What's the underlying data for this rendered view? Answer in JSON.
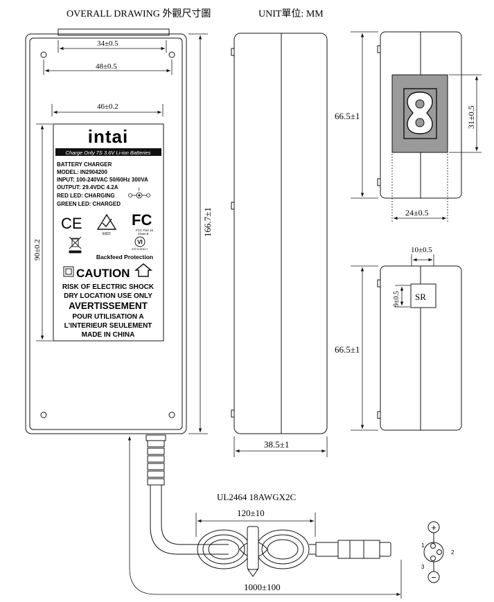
{
  "header": {
    "title": "OVERALL DRAWING 外觀尺寸圖",
    "unit": "UNIT單位: MM"
  },
  "dims": {
    "top_width_inner": "34±0.5",
    "top_width_holes": "48±0.5",
    "label_width": "46±0.2",
    "label_height": "90±0.2",
    "overall_length": "166.7±1",
    "body_width": "38.5±1",
    "end_height_top": "66.5±1",
    "socket_height": "31±0.5",
    "socket_width": "24±0.5",
    "sr_width": "10±0.5",
    "sr_height": "9±0.5",
    "end_height_bottom": "66.5±1",
    "cable_length": "1000±100",
    "coil_length": "120±10"
  },
  "cable": {
    "spec": "UL2464 18AWGX2C",
    "sr_tag": "SR"
  },
  "label": {
    "brand": "intai",
    "banner": "Charge Only 7S 3.6V Li-ion Batteries",
    "lines": [
      "BATTERY CHARGER",
      "MODEL: IN2904200",
      "INPUT: 100-240VAC 50/60Hz  300VA",
      "OUTPUT: 29.4VDC 4.2A",
      "RED LED: CHARGING",
      "GREEN LED: CHARGED"
    ],
    "ce_mark": "CE",
    "rcm_code": "E822",
    "fc_mark": "FC",
    "fcc_note1": "FCC Part 15",
    "fcc_note2": "Class B",
    "vi_mark": "VI",
    "vi_note": "EFFICIENCY",
    "backfeed": "Backfeed Protection",
    "caution": "CAUTION",
    "warn1": "RISK OF ELECTRIC SHOCK",
    "warn2": "DRY LOCATION USE ONLY",
    "avert": "AVERTISSEMENT",
    "fr1": "POUR UTILISATION A",
    "fr2": "L'INTERIEUR SEULEMENT",
    "made_in": "MADE IN CHINA",
    "polarity_pin": "2"
  },
  "connector": {
    "plus": "+",
    "minus": "−",
    "pin1": "1",
    "pin2": "2",
    "pin3": "3"
  }
}
